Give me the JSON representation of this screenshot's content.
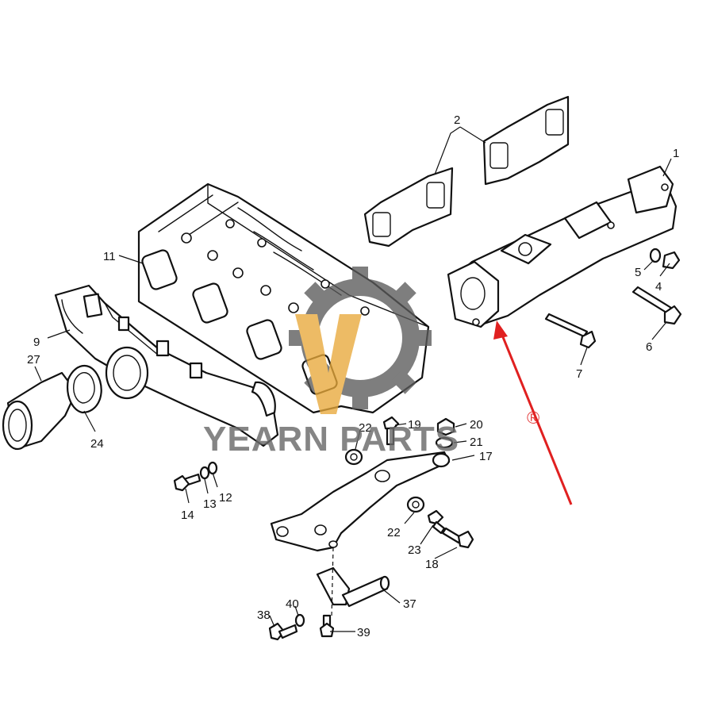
{
  "callouts": [
    "1",
    "2",
    "4",
    "5",
    "6",
    "7",
    "9",
    "11",
    "12",
    "13",
    "14",
    "17",
    "18",
    "19",
    "20",
    "21",
    "22",
    "22",
    "23",
    "24",
    "27",
    "37",
    "38",
    "39",
    "40"
  ],
  "watermark": {
    "brand": "YEARN PARTS",
    "registered": "®",
    "gear_color": "#5a5a5a",
    "accent_color": "#e8a93a",
    "text_color": "#6b6b6b"
  },
  "highlight": {
    "arrow_color": "#e02020",
    "target": "exhaust-manifold"
  }
}
